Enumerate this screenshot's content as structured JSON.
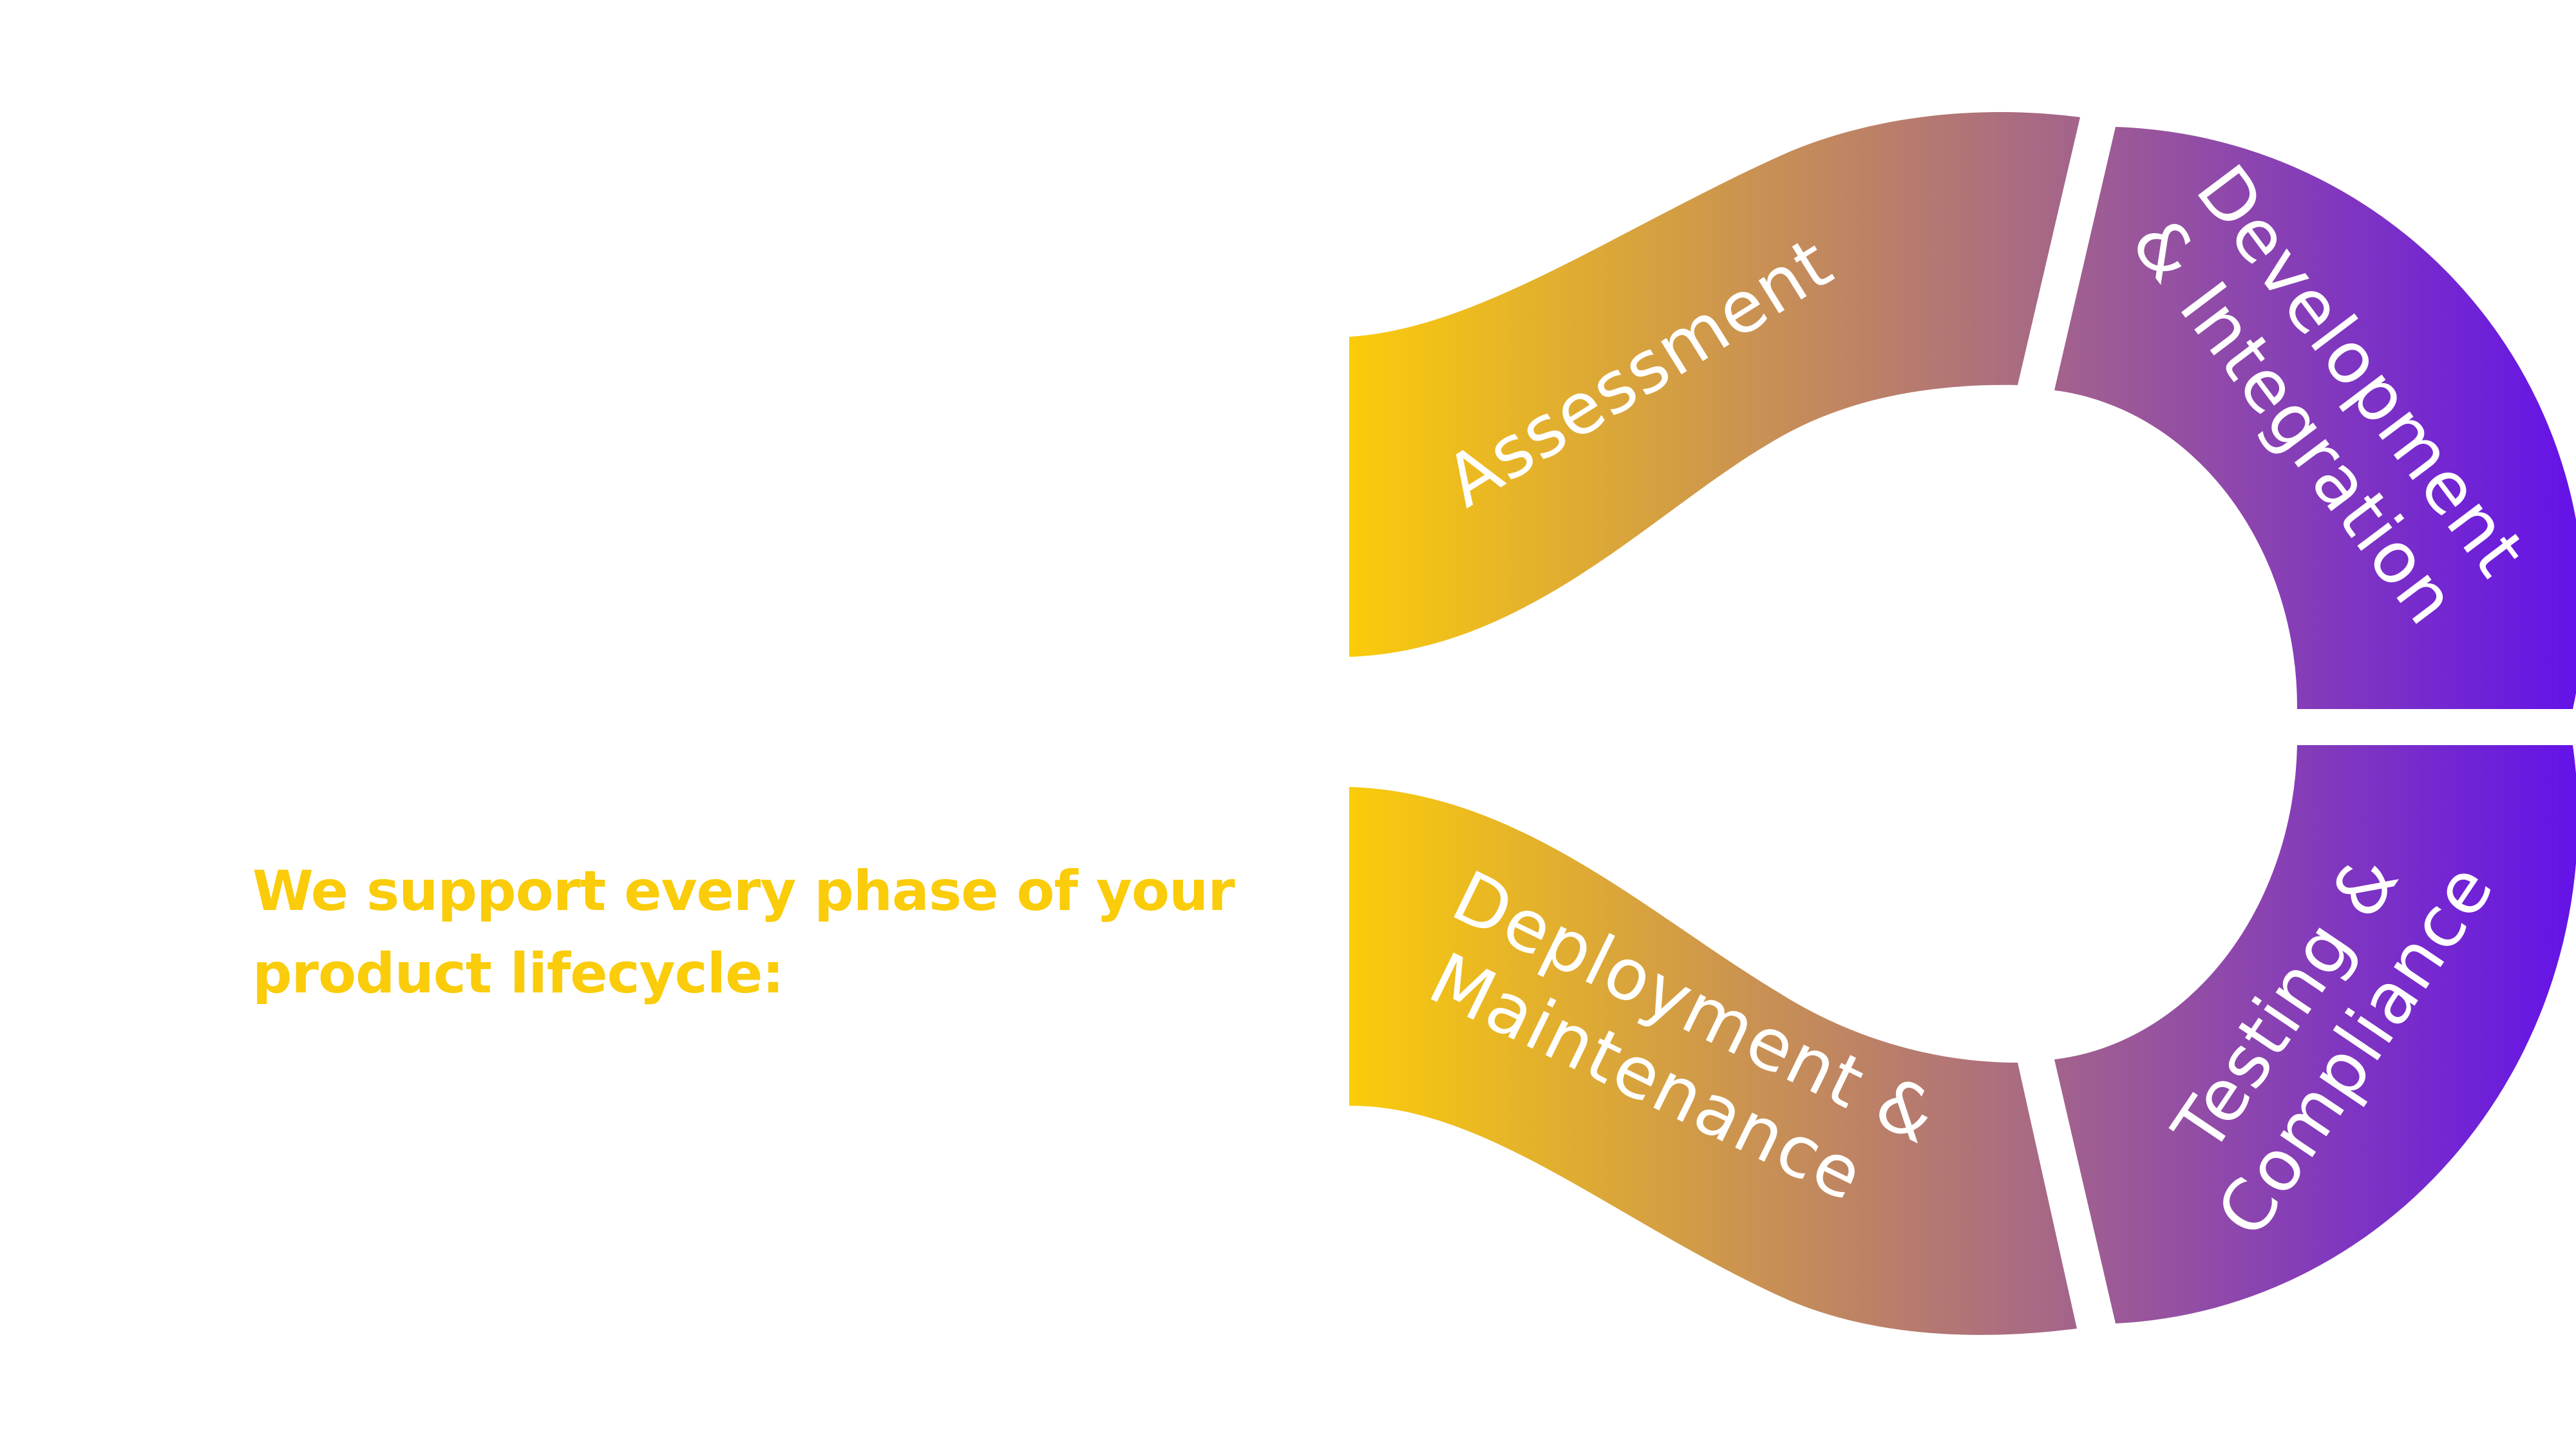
{
  "headline": {
    "line1": "We support every phase of your",
    "line2": "product lifecycle:"
  },
  "colors": {
    "headline": "#FACC0A",
    "gradient_start": "#FACC0A",
    "gradient_mid": "#A3638C",
    "gradient_end": "#6413E8",
    "label": "#FFFFFF"
  },
  "phases": {
    "assessment": {
      "label": "Assessment"
    },
    "development": {
      "line1": "Development",
      "line2": "& Integration"
    },
    "testing": {
      "line1": "Testing &",
      "line2": "Compliance"
    },
    "deployment": {
      "line1": "Deployment &",
      "line2": "Maintenance"
    }
  }
}
